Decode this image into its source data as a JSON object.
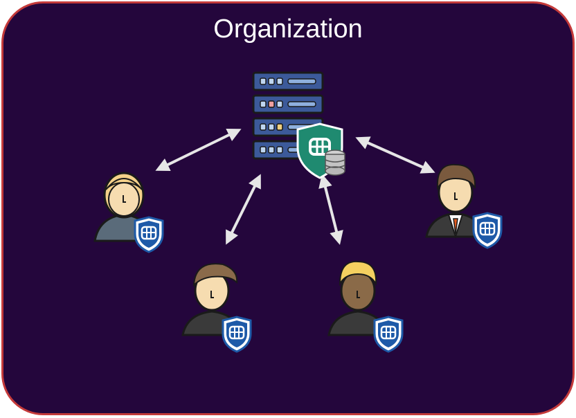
{
  "diagram": {
    "title": "Organization",
    "nodes": [
      {
        "id": "server",
        "kind": "server-with-security-shield",
        "label": ""
      },
      {
        "id": "user-woman",
        "kind": "user-with-shield",
        "label": ""
      },
      {
        "id": "user-man-left",
        "kind": "user-with-shield",
        "label": ""
      },
      {
        "id": "user-man-center",
        "kind": "user-with-shield",
        "label": ""
      },
      {
        "id": "user-man-right",
        "kind": "user-with-shield",
        "label": ""
      }
    ],
    "edges": [
      {
        "from": "server",
        "to": "user-woman",
        "direction": "both"
      },
      {
        "from": "server",
        "to": "user-man-left",
        "direction": "both"
      },
      {
        "from": "server",
        "to": "user-man-center",
        "direction": "both"
      },
      {
        "from": "server",
        "to": "user-man-right",
        "direction": "both"
      }
    ],
    "colors": {
      "background": "#24063c",
      "border": "#c43a3a",
      "arrow": "#e6e6e6",
      "server": "#3c5a9a",
      "shield_green": "#1f8a70",
      "shield_blue": "#1e5aa8"
    }
  }
}
